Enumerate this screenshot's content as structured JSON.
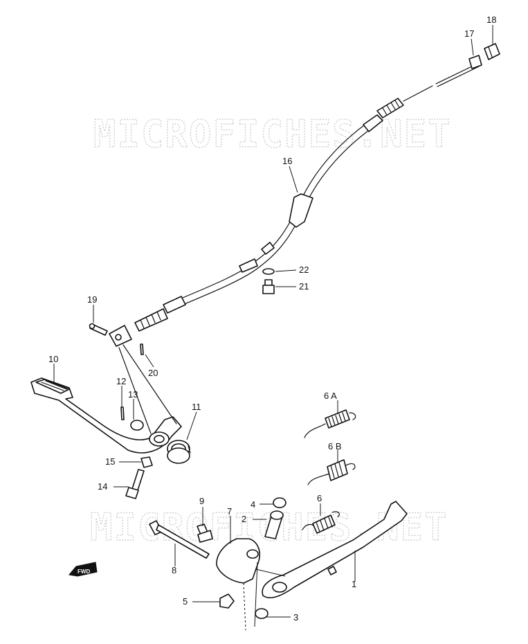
{
  "watermarks": [
    "MICROFICHES.NET",
    "MICROFICHES.NET"
  ],
  "fwd_label": "FWD",
  "callouts": [
    "1",
    "2",
    "3",
    "4",
    "5",
    "6",
    "6 A",
    "6 B",
    "7",
    "8",
    "9",
    "10",
    "11",
    "12",
    "13",
    "14",
    "15",
    "16",
    "17",
    "18",
    "19",
    "20",
    "21",
    "22"
  ]
}
